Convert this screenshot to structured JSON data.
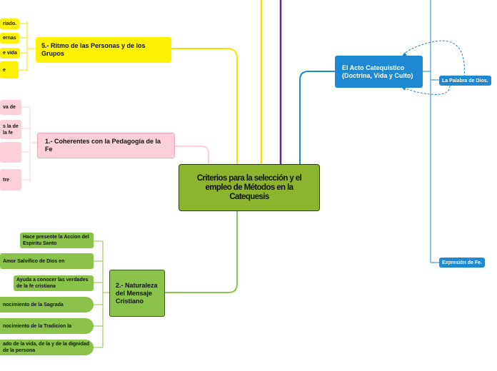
{
  "central": "Criterios para la selección y el empleo de Métodos en la Catequesis",
  "branches": {
    "ritmo": {
      "title": "5.- Ritmo de las Personas y de los Grupos",
      "children": [
        "riado.",
        "ernas",
        "e vida",
        "e"
      ]
    },
    "coherentes": {
      "title": "1.- Coherentes con la Pedagogía de la Fe",
      "children": [
        "va de",
        "s la de la fe",
        "",
        "tre"
      ]
    },
    "naturaleza": {
      "title": "2.- Naturaleza del Mensaje Cristiano",
      "children": [
        "Hace presente la Accion del Espiritu Santo",
        "Amor Salvifico de Dios en",
        "Ayuda a conocer las verdades de la fe cristiana",
        "nocimiento de la Sagrada",
        "nocimiento de la Tradicion la",
        "ado de la vida, de la y de la dignidad de la persona"
      ]
    },
    "acto": {
      "title": "El Acto Catequístico (Doctrina, Vida y Culto)",
      "children": [
        "La Palabra de Dios.",
        "Expresión de Fe."
      ]
    }
  },
  "colors": {
    "yellow": "#fef200",
    "pink": "#fdd0d9",
    "green": "#8bc34a",
    "blue": "#1e88d2",
    "purple": "#5b2d7a",
    "central": "#8cb42c"
  }
}
